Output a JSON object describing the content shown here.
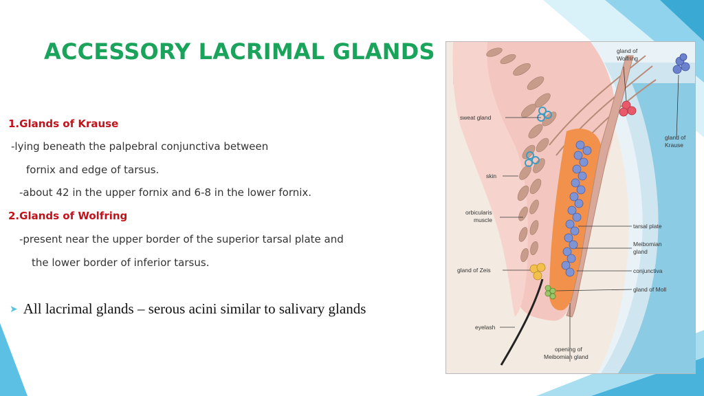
{
  "slide": {
    "title": "ACCESSORY LACRIMAL GLANDS",
    "sections": [
      {
        "heading": "1.Glands of Krause",
        "lines": [
          "-lying beneath the palpebral conjunctiva between",
          "fornix and edge of tarsus.",
          "-about 42 in the upper fornix and 6-8 in the lower fornix."
        ]
      },
      {
        "heading": "2.Glands of Wolfring",
        "lines": [
          "-present near the upper border of the superior tarsal plate and",
          "the lower border of inferior tarsus."
        ]
      }
    ],
    "bullet": "All lacrimal glands – serous acini similar to salivary glands",
    "bullet_icon": "arrow-bullet-icon"
  },
  "figure": {
    "labels": {
      "wolfring": [
        "gland of",
        "Wolfring"
      ],
      "krause": [
        "gland of",
        "Krause"
      ],
      "sweat": "sweat gland",
      "skin": "skin",
      "orbicularis": [
        "orbicularis",
        "muscle"
      ],
      "zeis": "gland of Zeis",
      "eyelash": "eyelash",
      "tarsal": "tarsal plate",
      "meibomian": [
        "Meibomian",
        "gland"
      ],
      "conjunctiva": "conjunctiva",
      "moll": "gland of Moll",
      "opening": [
        "opening of",
        "Meibomian gland"
      ]
    }
  },
  "colors": {
    "title": "#1aa35a",
    "heading": "#c0141c",
    "accent_blue": "#59c3e0"
  }
}
